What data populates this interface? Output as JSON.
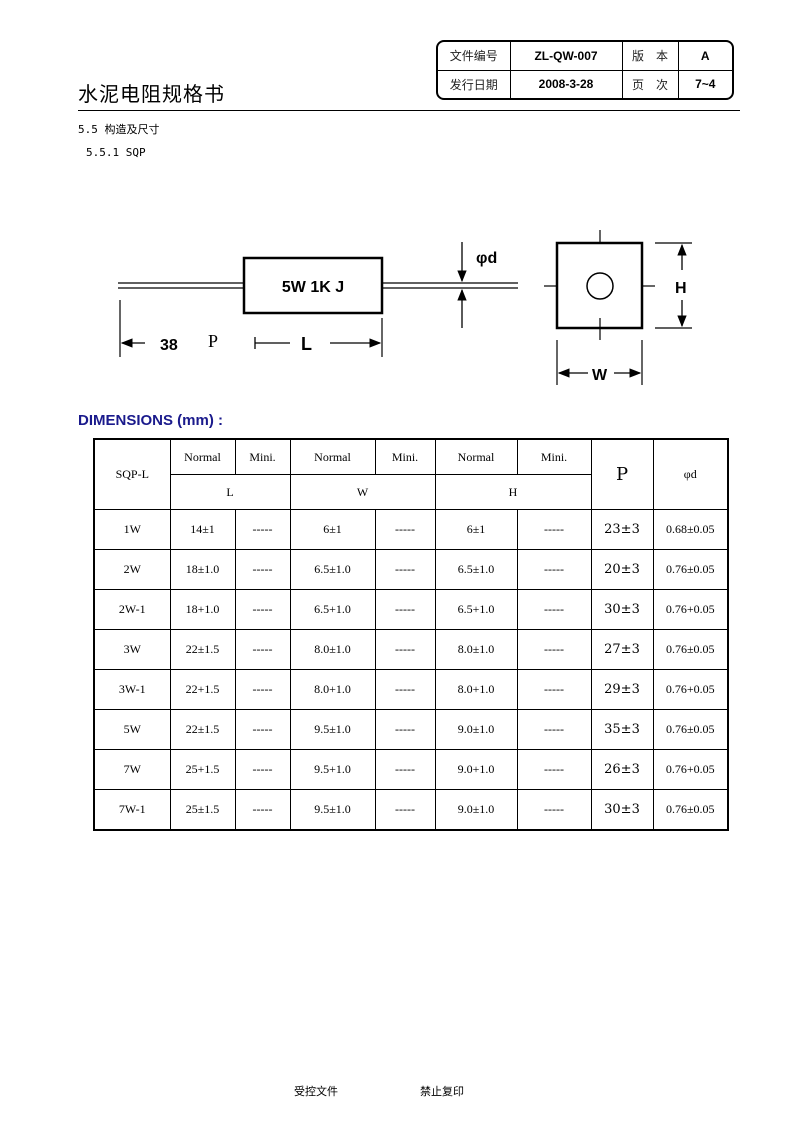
{
  "header": {
    "title": "水泥电阻规格书",
    "doc_no_label": "文件编号",
    "doc_no": "ZL-QW-007",
    "version_label": "版　本",
    "version": "A",
    "date_label": "发行日期",
    "date": "2008-3-28",
    "page_label": "页　次",
    "page": "7~4"
  },
  "section": {
    "heading": "5.5 构造及尺寸",
    "sub_heading": "5.5.1 SQP"
  },
  "diagram": {
    "body_marking": "5W 1K J",
    "lead_length": "38",
    "p_label": "P",
    "l_label": "L",
    "diameter_label": "φd",
    "h_label": "H",
    "w_label": "W"
  },
  "dimensions": {
    "title": "DIMENSIONS (mm) :",
    "model_header": "SQP-L",
    "normal": "Normal",
    "mini": "Mini.",
    "l_header": "L",
    "w_header": "W",
    "h_header": "H",
    "p_header": "P",
    "d_header": "φd",
    "rows": [
      {
        "model": "1W",
        "l": "14±1",
        "lm": "-----",
        "w": "6±1",
        "wm": "-----",
        "h": "6±1",
        "hm": "-----",
        "p": "23±3",
        "d": "0.68±0.05"
      },
      {
        "model": "2W",
        "l": "18±1.0",
        "lm": "-----",
        "w": "6.5±1.0",
        "wm": "-----",
        "h": "6.5±1.0",
        "hm": "-----",
        "p": "20±3",
        "d": "0.76±0.05"
      },
      {
        "model": "2W-1",
        "l": "18+1.0",
        "lm": "-----",
        "w": "6.5+1.0",
        "wm": "-----",
        "h": "6.5+1.0",
        "hm": "-----",
        "p": "30±3",
        "d": "0.76+0.05"
      },
      {
        "model": "3W",
        "l": "22±1.5",
        "lm": "-----",
        "w": "8.0±1.0",
        "wm": "-----",
        "h": "8.0±1.0",
        "hm": "-----",
        "p": "27±3",
        "d": "0.76±0.05"
      },
      {
        "model": "3W-1",
        "l": "22+1.5",
        "lm": "-----",
        "w": "8.0+1.0",
        "wm": "-----",
        "h": "8.0+1.0",
        "hm": "-----",
        "p": "29±3",
        "d": "0.76+0.05"
      },
      {
        "model": "5W",
        "l": "22±1.5",
        "lm": "-----",
        "w": "9.5±1.0",
        "wm": "-----",
        "h": "9.0±1.0",
        "hm": "-----",
        "p": "35±3",
        "d": "0.76±0.05"
      },
      {
        "model": "7W",
        "l": "25+1.5",
        "lm": "-----",
        "w": "9.5+1.0",
        "wm": "-----",
        "h": "9.0+1.0",
        "hm": "-----",
        "p": "26±3",
        "d": "0.76+0.05"
      },
      {
        "model": "7W-1",
        "l": "25±1.5",
        "lm": "-----",
        "w": "9.5±1.0",
        "wm": "-----",
        "h": "9.0±1.0",
        "hm": "-----",
        "p": "30±3",
        "d": "0.76±0.05"
      }
    ]
  },
  "footer": {
    "left": "受控文件",
    "right": "禁止复印"
  }
}
